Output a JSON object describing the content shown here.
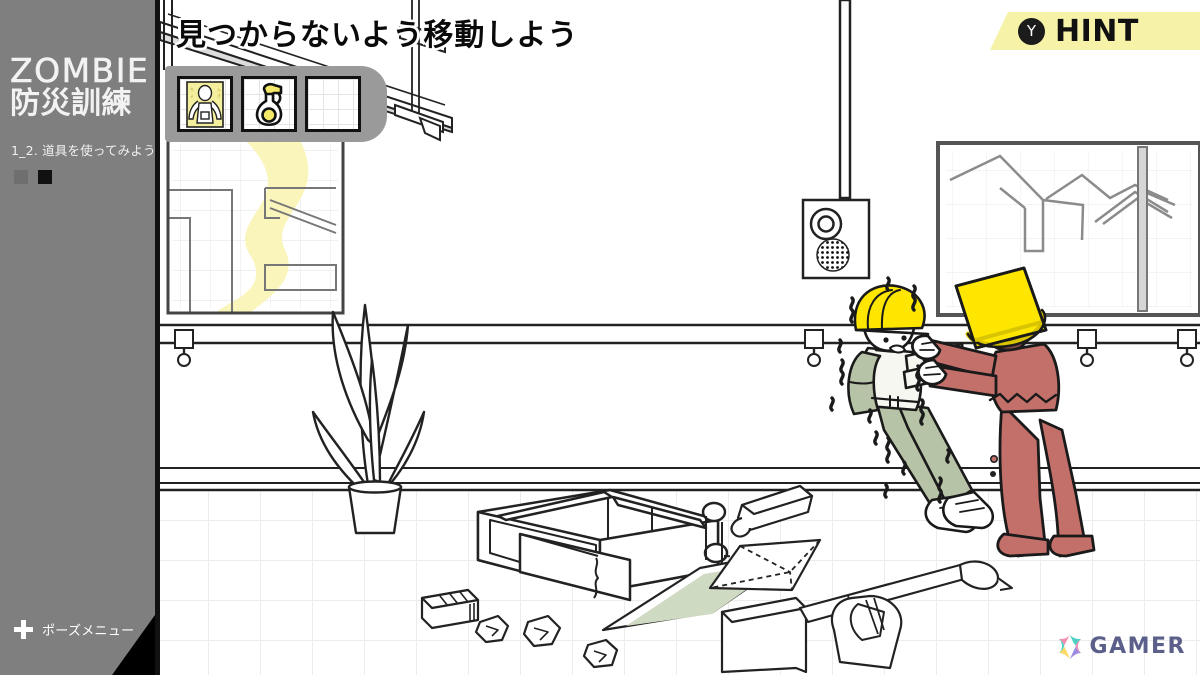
{
  "game": {
    "title_en": "ZOMBIE",
    "title_jp": "防災訓練",
    "chapter": "1_2. 道具を使ってみよう",
    "objective": "見つからないよう移動しよう"
  },
  "sidebar": {
    "pause_label": "ポーズメニュー",
    "pause_icon": "plus-icon",
    "progress": [
      {
        "state": "completed",
        "color": "#6f6f6f"
      },
      {
        "state": "current",
        "color": "#111111"
      }
    ],
    "bg_color": "#7f7f7f"
  },
  "inventory": {
    "slots": [
      {
        "index": 1,
        "item": "first-aid-poster",
        "label": "応急手当ポスター",
        "filled": true
      },
      {
        "index": 2,
        "item": "spray-bottle",
        "label": "スプレーボトル",
        "filled": true
      },
      {
        "index": 3,
        "item": "",
        "label": "空きスロット",
        "filled": false
      }
    ],
    "bg_color": "#9a9a9a"
  },
  "hint": {
    "button_glyph": "Y",
    "label": "HINT",
    "bg_color": "#f6f2a8",
    "button_color": "#1b1b1b"
  },
  "watermark": {
    "label": "GAMER",
    "logo_colors": [
      "#f48fb1",
      "#4dd0c4",
      "#ffd966",
      "#9b8ce0"
    ],
    "text_color": "#5b5f8a"
  },
  "scene": {
    "style": "line-art",
    "room": "classroom / office interior",
    "floor_grid_color": "#ececec",
    "wall_color": "#ffffff",
    "line_color": "#222222",
    "characters": [
      {
        "name": "player",
        "description": "student wearing yellow hard hat, being grabbed",
        "helmet_color": "#ffe600",
        "shirt_color": "#f7f7f2",
        "pants_color": "#b7c3a6",
        "sleeve_color": "#b7c3a6",
        "state": "trembling"
      },
      {
        "name": "zombie",
        "description": "zombie in red clothing with yellow bucket over head",
        "clothing_color": "#c4706a",
        "bucket_color": "#ffe600",
        "state": "grabbing"
      }
    ],
    "props": [
      {
        "name": "bulletin-board",
        "accent_color": "#f7f2b0"
      },
      {
        "name": "potted-plant"
      },
      {
        "name": "wall-rail-hooks",
        "count": 4
      },
      {
        "name": "ceiling-speaker"
      },
      {
        "name": "window",
        "view": "rooftops"
      },
      {
        "name": "overturned-desk"
      },
      {
        "name": "scattered-papers"
      },
      {
        "name": "paper-airplane"
      },
      {
        "name": "crumpled-paper-balls",
        "count": 4
      },
      {
        "name": "mop"
      },
      {
        "name": "bucket"
      },
      {
        "name": "eraser"
      },
      {
        "name": "glue-tube"
      },
      {
        "name": "green-paper",
        "color": "#cdd9c0"
      }
    ]
  }
}
